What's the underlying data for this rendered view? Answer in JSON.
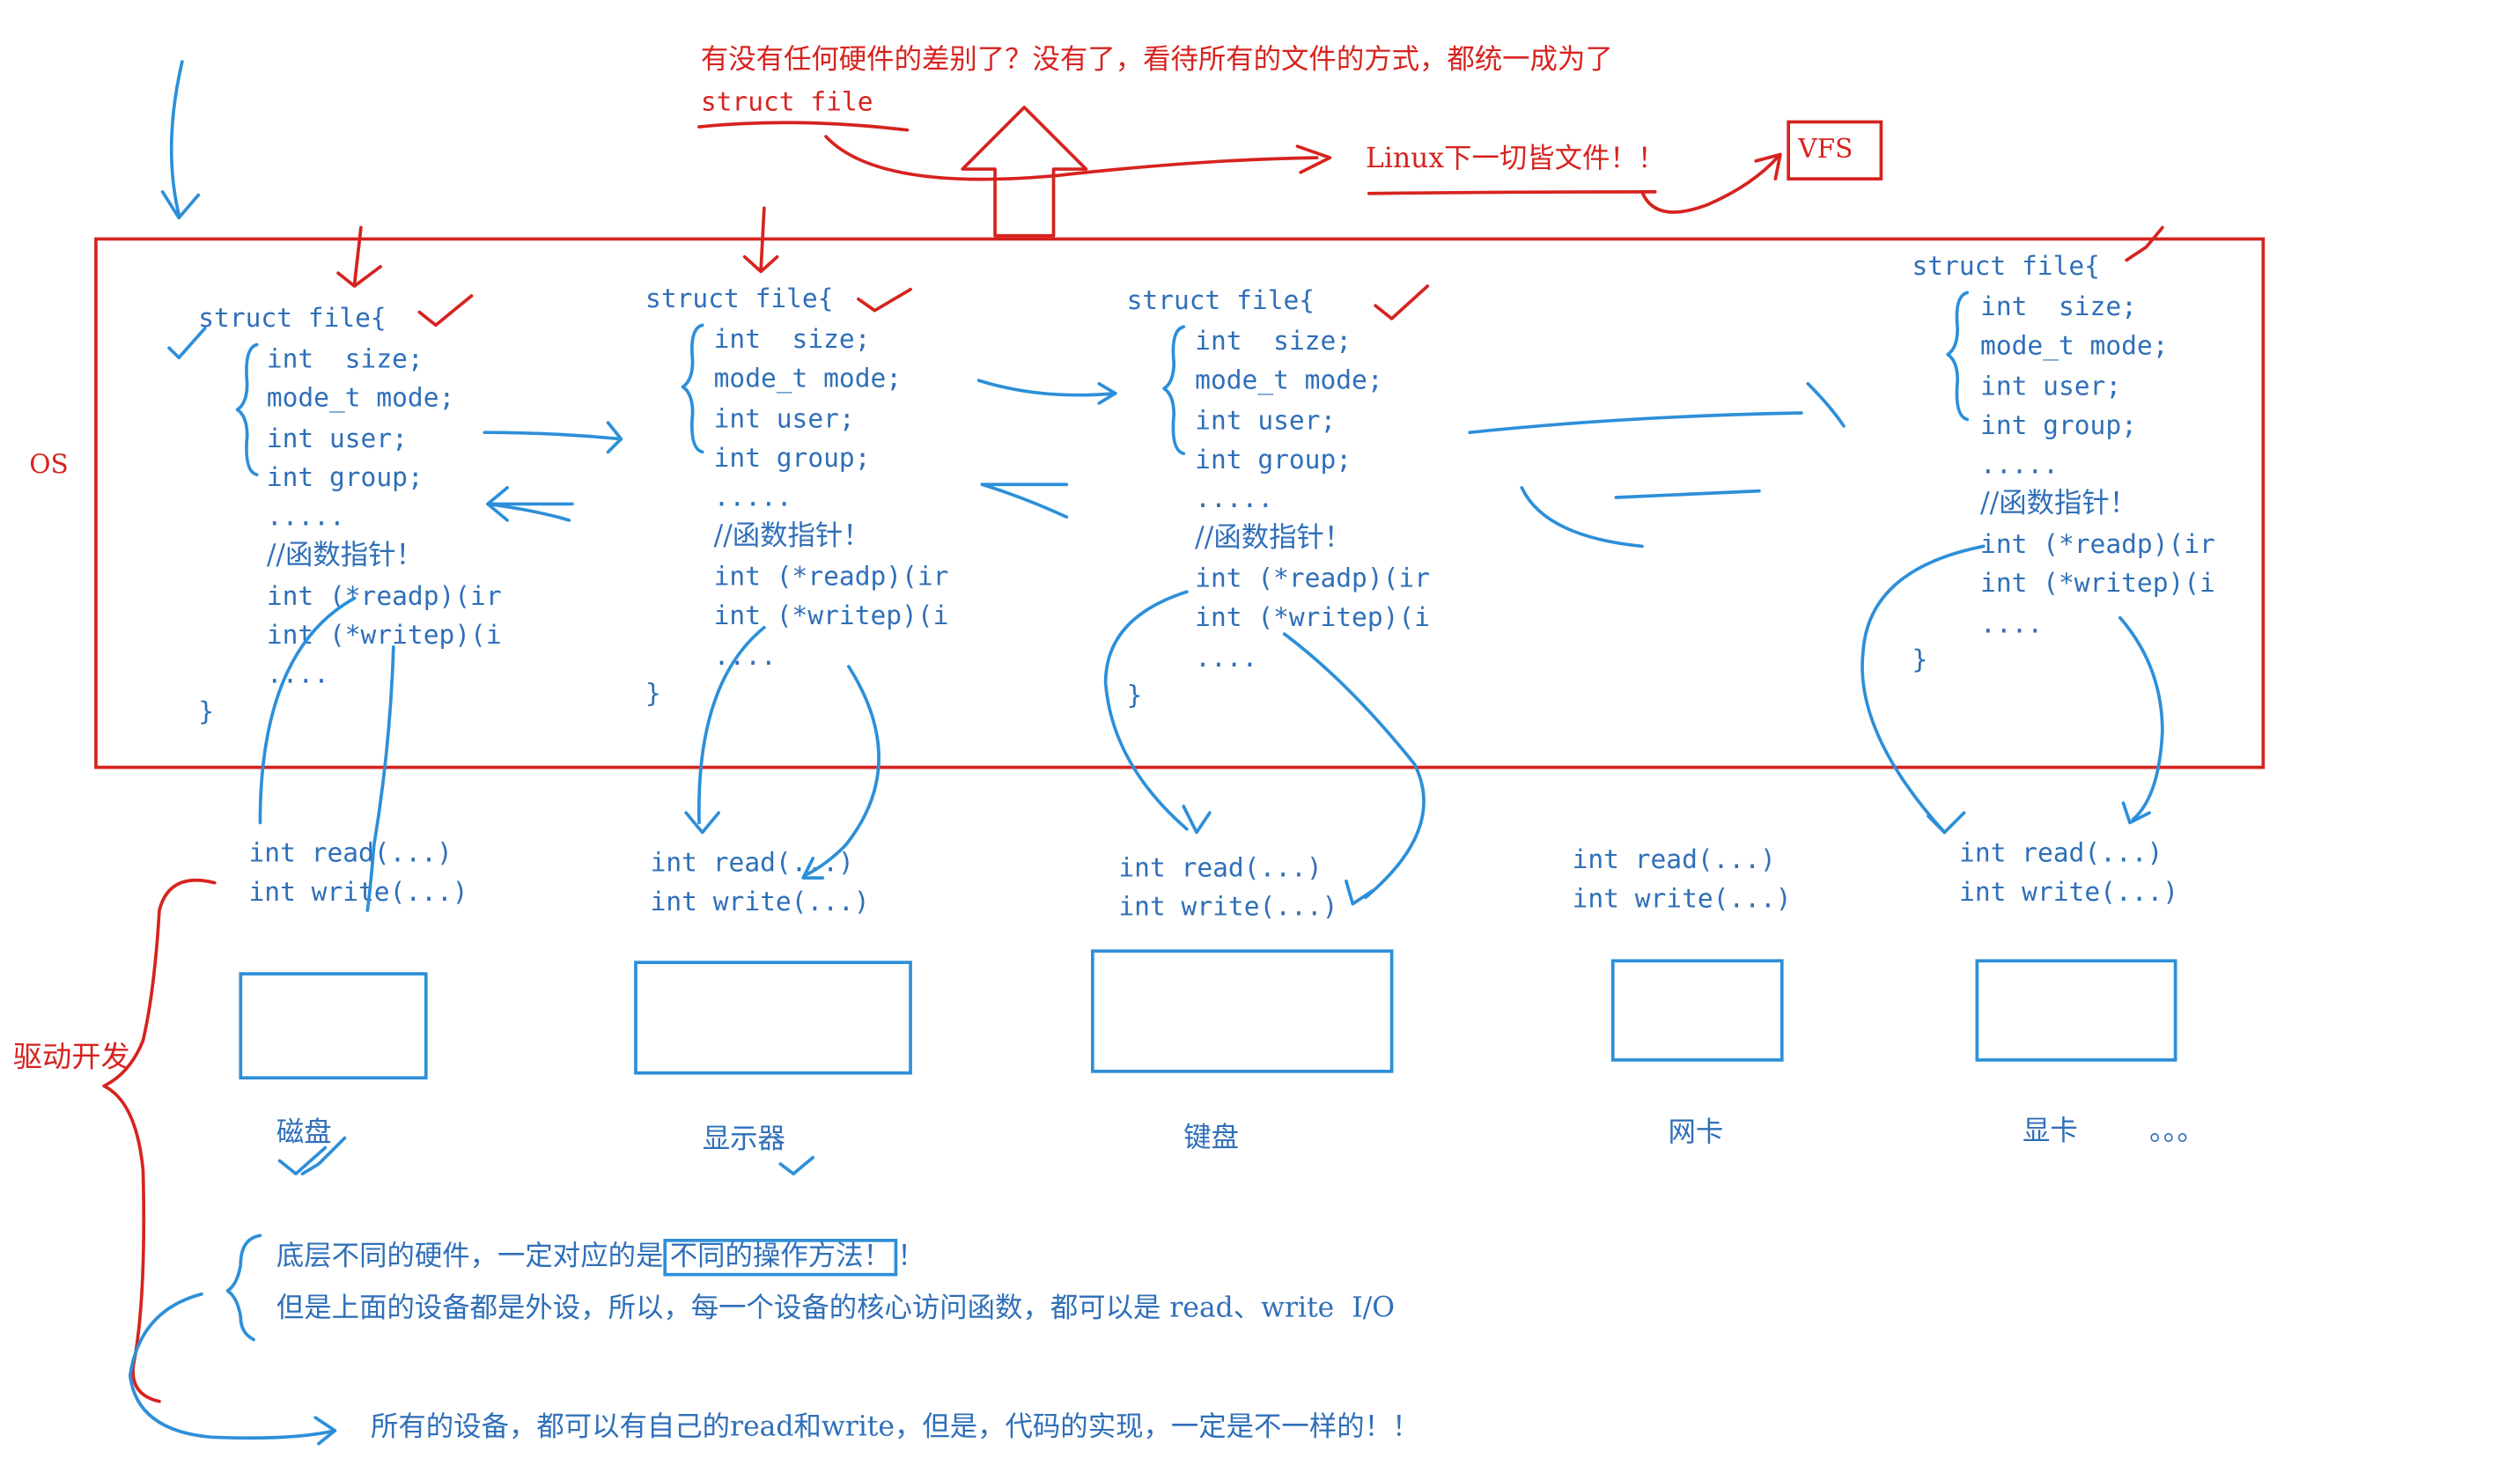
{
  "top": {
    "line1": "有没有任何硬件的差别了？没有了，看待所有的文件的方式，都统一成为了",
    "line2": "struct file",
    "linux_note": "Linux下一切皆文件！！",
    "vfs": "VFS"
  },
  "os_label": "OS",
  "driver_label": "驱动开发",
  "structs": [
    {
      "head": "struct file{",
      "fields": [
        "int  size;",
        "mode_t mode;",
        "int user;",
        "int group;",
        "....."
      ],
      "comment": "//函数指针！",
      "fptrs": [
        "int (*readp)(ir",
        "int (*writep)(i",
        "...."
      ],
      "close": "}"
    },
    {
      "head": "struct file{",
      "fields": [
        "int  size;",
        "mode_t mode;",
        "int user;",
        "int group;",
        "....."
      ],
      "comment": "//函数指针！",
      "fptrs": [
        "int (*readp)(ir",
        "int (*writep)(i",
        "...."
      ],
      "close": "}"
    },
    {
      "head": "struct file{",
      "fields": [
        "int  size;",
        "mode_t mode;",
        "int user;",
        "int group;",
        "....."
      ],
      "comment": "//函数指针！",
      "fptrs": [
        "int (*readp)(ir",
        "int (*writep)(i",
        "...."
      ],
      "close": "}"
    },
    {
      "head": "struct file{",
      "fields": [
        "int  size;",
        "mode_t mode;",
        "int user;",
        "int group;",
        "....."
      ],
      "comment": "//函数指针！",
      "fptrs": [
        "int (*readp)(ir",
        "int (*writep)(i",
        "...."
      ],
      "close": "}"
    }
  ],
  "drivers": [
    {
      "read": "int read(...)",
      "write": "int write(...)"
    },
    {
      "read": "int read(...)",
      "write": "int write(...)"
    },
    {
      "read": "int read(...)",
      "write": "int write(...)"
    },
    {
      "read": "int read(...)",
      "write": "int write(...)"
    },
    {
      "read": "int read(...)",
      "write": "int write(...)"
    }
  ],
  "devices": [
    "磁盘",
    "显示器",
    "键盘",
    "网卡",
    "显卡"
  ],
  "devices_more": "。。。",
  "notes": {
    "line1_pre": "底层不同的硬件，一定对应的是",
    "line1_hl": "不同的操作方法！",
    "line1_post": "！",
    "line2": "但是上面的设备都是外设，所以，每一个设备的核心访问函数，都可以是 read、write  I/O",
    "line3": "所有的设备，都可以有自己的read和write，但是，代码的实现，一定是不一样的！！"
  },
  "colors": {
    "red": "#d6231f",
    "blue": "#2d8fd9",
    "text_blue": "#2f6fb8"
  }
}
